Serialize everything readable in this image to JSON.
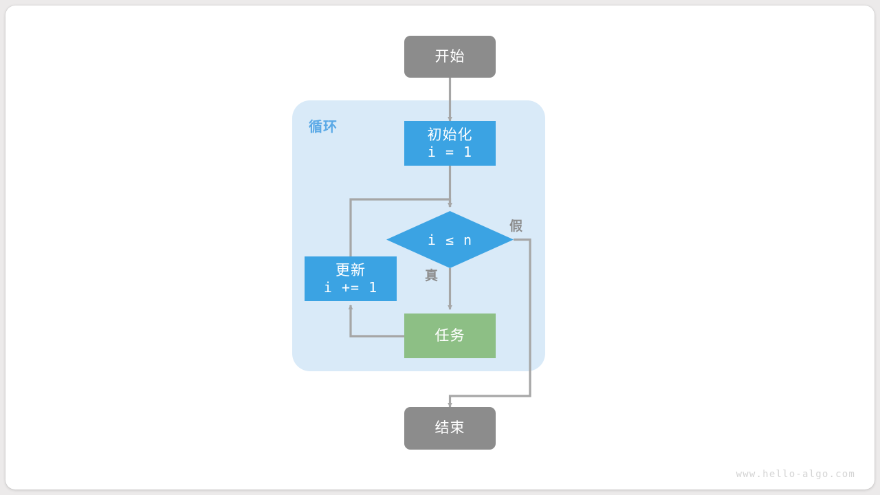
{
  "page": {
    "background_color": "#eceaea",
    "card_color": "#ffffff",
    "watermark": "www.hello-algo.com"
  },
  "palette": {
    "terminal_gray": "#8c8c8c",
    "process_blue": "#3ba3e3",
    "task_green": "#8dbf85",
    "loop_container_blue": "#d9eaf8",
    "loop_title_blue": "#5aa9e6",
    "connector_gray": "#a6a6a6",
    "node_text": "#ffffff"
  },
  "diagram": {
    "type": "flowchart",
    "container": {
      "label": "循环",
      "name": "loop-container"
    },
    "nodes": [
      {
        "id": "start",
        "shape": "rounded-rect",
        "label": "开始",
        "sub": "",
        "color": "#8c8c8c"
      },
      {
        "id": "init",
        "shape": "rect",
        "label": "初始化",
        "sub": "i = 1",
        "color": "#3ba3e3"
      },
      {
        "id": "cond",
        "shape": "diamond",
        "label": "i ≤ n",
        "sub": "",
        "color": "#3ba3e3"
      },
      {
        "id": "update",
        "shape": "rect",
        "label": "更新",
        "sub": "i += 1",
        "color": "#3ba3e3"
      },
      {
        "id": "task",
        "shape": "rect",
        "label": "任务",
        "sub": "",
        "color": "#8dbf85"
      },
      {
        "id": "end",
        "shape": "rounded-rect",
        "label": "结束",
        "sub": "",
        "color": "#8c8c8c"
      }
    ],
    "edges": [
      {
        "from": "start",
        "to": "init",
        "label": ""
      },
      {
        "from": "init",
        "to": "cond",
        "label": ""
      },
      {
        "from": "cond",
        "to": "task",
        "label": "真"
      },
      {
        "from": "cond",
        "to": "end",
        "label": "假"
      },
      {
        "from": "task",
        "to": "update",
        "label": ""
      },
      {
        "from": "update",
        "to": "cond",
        "label": ""
      }
    ],
    "edge_labels": {
      "true": "真",
      "false": "假"
    }
  }
}
